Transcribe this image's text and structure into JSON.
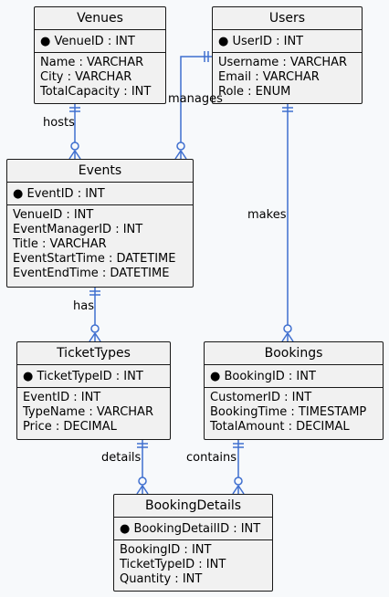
{
  "diagram": {
    "line_color": "#3f6fcf",
    "entities": {
      "venues": {
        "name": "Venues",
        "pk": "VenueID : INT",
        "attrs": [
          "Name : VARCHAR",
          "City : VARCHAR",
          "TotalCapacity : INT"
        ]
      },
      "users": {
        "name": "Users",
        "pk": "UserID : INT",
        "attrs": [
          "Username : VARCHAR",
          "Email : VARCHAR",
          "Role : ENUM"
        ]
      },
      "events": {
        "name": "Events",
        "pk": "EventID : INT",
        "attrs": [
          "VenueID : INT",
          "EventManagerID : INT",
          "Title : VARCHAR",
          "EventStartTime : DATETIME",
          "EventEndTime : DATETIME"
        ]
      },
      "tickettypes": {
        "name": "TicketTypes",
        "pk": "TicketTypeID : INT",
        "attrs": [
          "EventID : INT",
          "TypeName : VARCHAR",
          "Price : DECIMAL"
        ]
      },
      "bookings": {
        "name": "Bookings",
        "pk": "BookingID : INT",
        "attrs": [
          "CustomerID : INT",
          "BookingTime : TIMESTAMP",
          "TotalAmount : DECIMAL"
        ]
      },
      "bookingdetails": {
        "name": "BookingDetails",
        "pk": "BookingDetailID : INT",
        "attrs": [
          "BookingID : INT",
          "TicketTypeID : INT",
          "Quantity : INT"
        ]
      }
    },
    "relationships": {
      "hosts": "hosts",
      "manages": "manages",
      "makes": "makes",
      "has": "has",
      "details": "details",
      "contains": "contains"
    }
  }
}
